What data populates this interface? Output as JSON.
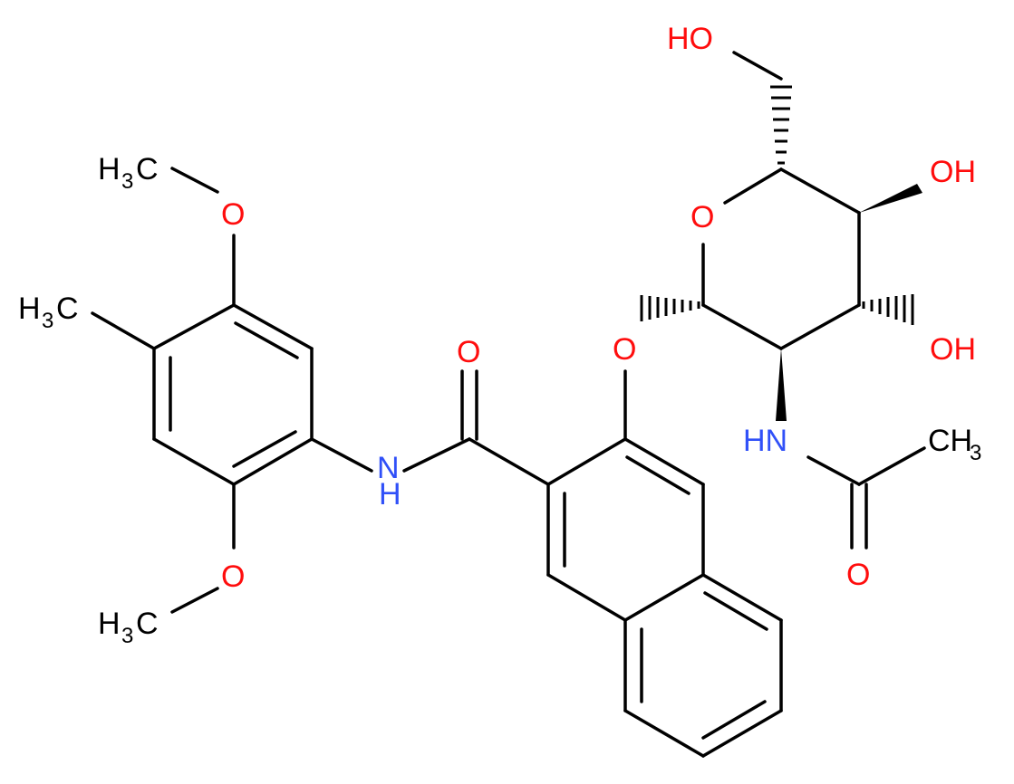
{
  "colors": {
    "bond": "#000000",
    "oxygen": "#ff0d0d",
    "nitrogen": "#3050f8",
    "carbon": "#000000"
  },
  "atoms": {
    "ho_top": {
      "text": "HO"
    },
    "ch3_top_h": {
      "text": "H"
    },
    "ch3_top_sub": {
      "text": "3"
    },
    "ch3_top_c": {
      "text": "C"
    },
    "o_methoxy_top": {
      "text": "O"
    },
    "ch3_mid_h": {
      "text": "H"
    },
    "ch3_mid_sub": {
      "text": "3"
    },
    "ch3_mid_c": {
      "text": "C"
    },
    "o_ring": {
      "text": "O"
    },
    "oh_right_1": {
      "text": "OH"
    },
    "o_carbonyl": {
      "text": "O"
    },
    "o_glycoside": {
      "text": "O"
    },
    "oh_right_2": {
      "text": "OH"
    },
    "nh_sugar": {
      "text": "HN"
    },
    "ch3_acetyl_c": {
      "text": "CH"
    },
    "ch3_acetyl_sub": {
      "text": "3"
    },
    "nh_amide": {
      "text": "N"
    },
    "h_amide": {
      "text": "H"
    },
    "o_acetyl": {
      "text": "O"
    },
    "o_methoxy_bottom": {
      "text": "O"
    },
    "ch3_bot_h": {
      "text": "H"
    },
    "ch3_bot_sub": {
      "text": "3"
    },
    "ch3_bot_c": {
      "text": "C"
    }
  }
}
